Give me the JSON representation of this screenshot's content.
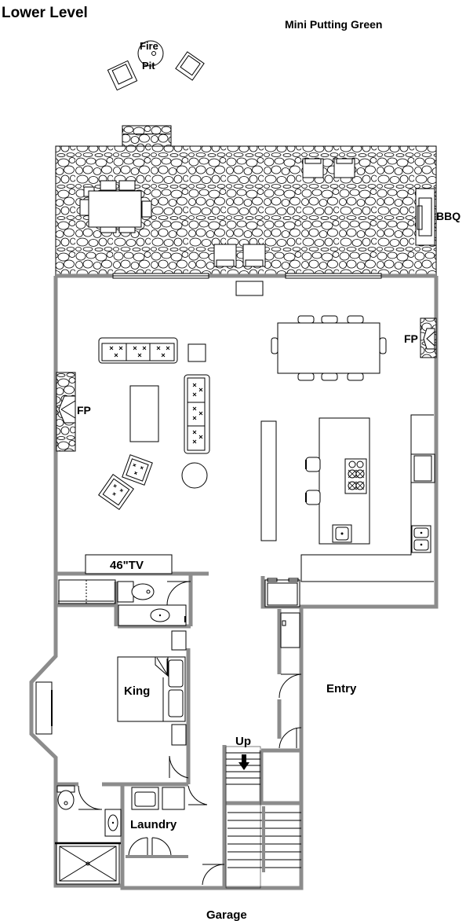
{
  "title": "Lower Level",
  "labels": {
    "putting_green": "Mini Putting Green",
    "fire_pit_line1": "Fire",
    "fire_pit_line2": "Pit",
    "bbq": "BBQ",
    "fp_right": "FP",
    "fp_left": "FP",
    "tv": "46\"TV",
    "bed": "King",
    "entry": "Entry",
    "up": "Up",
    "laundry": "Laundry",
    "garage": "Garage"
  },
  "colors": {
    "wall": "#8c8c8c",
    "line": "#000000",
    "background": "#ffffff"
  }
}
